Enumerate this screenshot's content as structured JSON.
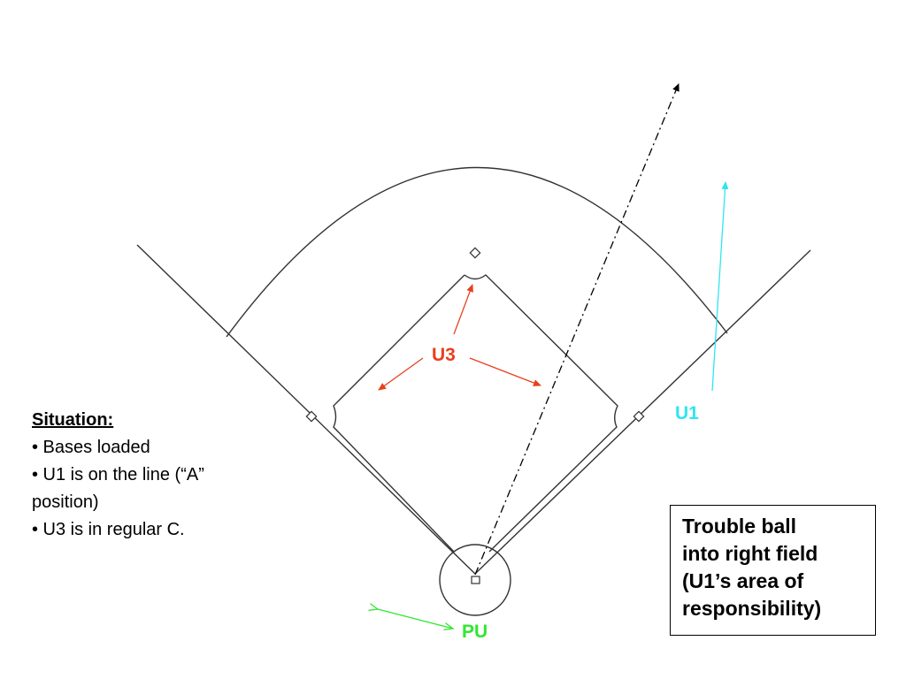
{
  "umpires": {
    "u3": {
      "label": "U3",
      "color": "#e8401c"
    },
    "u1": {
      "label": "U1",
      "color": "#2ee6f0"
    },
    "pu": {
      "label": "PU",
      "color": "#33e633"
    }
  },
  "situation": {
    "heading": "Situation:",
    "bullets": [
      "• Bases loaded",
      "• U1 is on the line (“A”",
      "position)",
      "• U3 is in regular C."
    ]
  },
  "callout": {
    "lines": [
      "Trouble ball",
      "into right field",
      "(U1’s area of",
      "responsibility)"
    ]
  }
}
